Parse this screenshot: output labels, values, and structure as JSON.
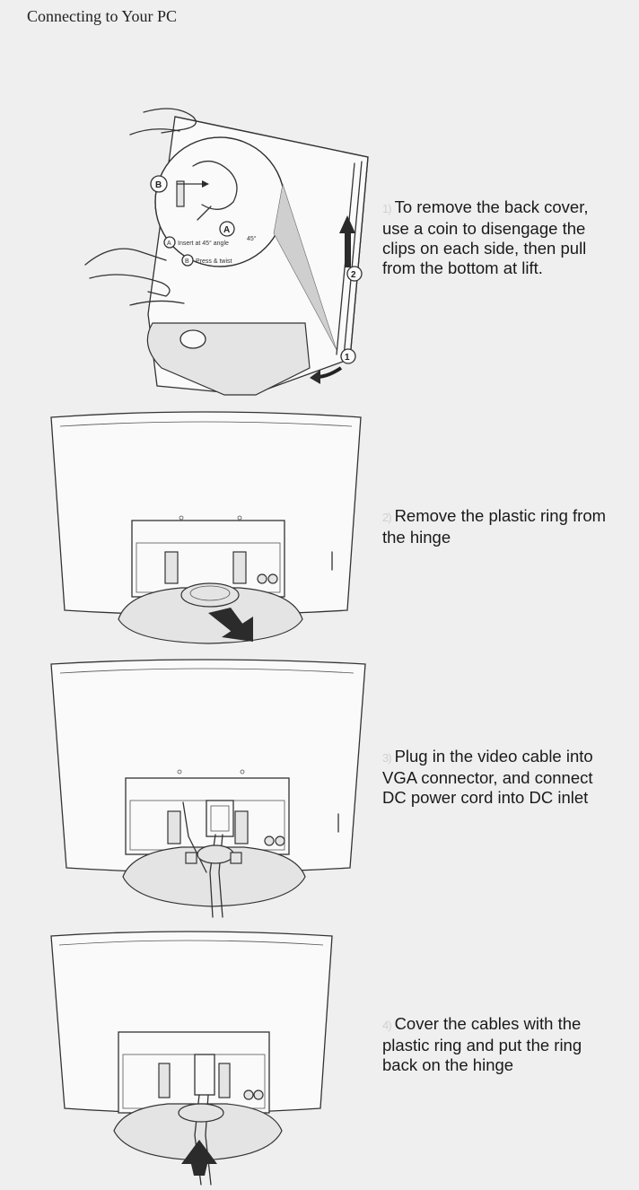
{
  "page": {
    "title": "Connecting to Your PC"
  },
  "steps": [
    {
      "num": "1)",
      "text": "To remove the back cover, use a coin to disengage the clips on each side, then pull from the bottom at lift."
    },
    {
      "num": "2)",
      "text": "Remove the plastic ring from the hinge"
    },
    {
      "num": "3)",
      "text": "Plug in the video cable into VGA connector, and connect DC power cord into DC inlet"
    },
    {
      "num": "4)",
      "text": "Cover the cables with the plastic ring and put the ring back on the hinge"
    }
  ],
  "figure1": {
    "callout_b": "B",
    "callout_a": "A",
    "angle_label": "45°",
    "note_a_letter": "A",
    "note_a_text": "Insert at 45° angle",
    "note_b_letter": "B",
    "note_b_text": "Press & twist",
    "step_marker_1": "1",
    "step_marker_2": "2"
  }
}
